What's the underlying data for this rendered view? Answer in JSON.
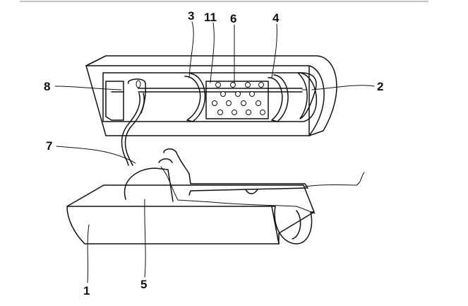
{
  "labels": {
    "l1": "1",
    "l2": "2",
    "l3": "3",
    "l4": "4",
    "l5": "5",
    "l6": "6",
    "l7": "7",
    "l8": "8",
    "l11": "11"
  },
  "colors": {
    "line": "#111111",
    "background": "#ffffff"
  }
}
